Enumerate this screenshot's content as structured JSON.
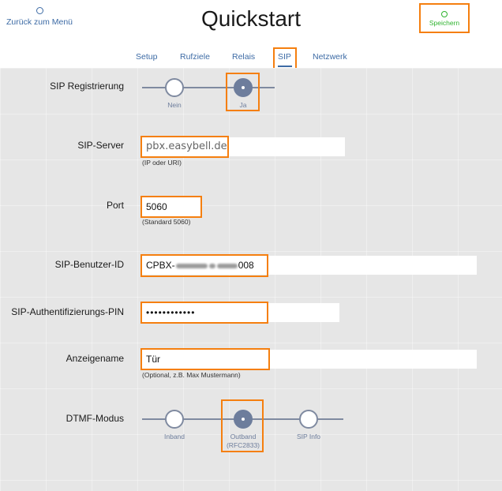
{
  "header": {
    "back_label": "Zurück zum Menü",
    "title": "Quickstart",
    "save_label": "Speichern"
  },
  "tabs": [
    {
      "label": "Setup",
      "active": false
    },
    {
      "label": "Rufziele",
      "active": false
    },
    {
      "label": "Relais",
      "active": false
    },
    {
      "label": "SIP",
      "active": true
    },
    {
      "label": "Netzwerk",
      "active": false
    }
  ],
  "form": {
    "sip_registration": {
      "label": "SIP Registrierung",
      "options": [
        "Nein",
        "Ja"
      ],
      "selected": "Ja"
    },
    "sip_server": {
      "label": "SIP-Server",
      "value": "pbx.easybell.de",
      "hint": "(IP oder URI)"
    },
    "port": {
      "label": "Port",
      "value": "5060",
      "hint": "(Standard 5060)"
    },
    "sip_user_id": {
      "label": "SIP-Benutzer-ID",
      "value_prefix": "CPBX-",
      "value_suffix": "008"
    },
    "sip_auth_pin": {
      "label": "SIP-Authentifizierungs-PIN",
      "value": "••••••••••••"
    },
    "display_name": {
      "label": "Anzeigename",
      "value": "Tür",
      "hint": "(Optional, z.B. Max Mustermann)"
    },
    "dtmf_mode": {
      "label": "DTMF-Modus",
      "options": [
        "Inband",
        "Outband",
        "SIP Info"
      ],
      "outband_sub": "(RFC2833)",
      "selected": "Outband"
    }
  },
  "colors": {
    "accent_blue": "#3d6ba5",
    "save_green": "#2fb32f",
    "highlight_orange": "#f57f0f",
    "node_active": "#6d7d9c"
  }
}
